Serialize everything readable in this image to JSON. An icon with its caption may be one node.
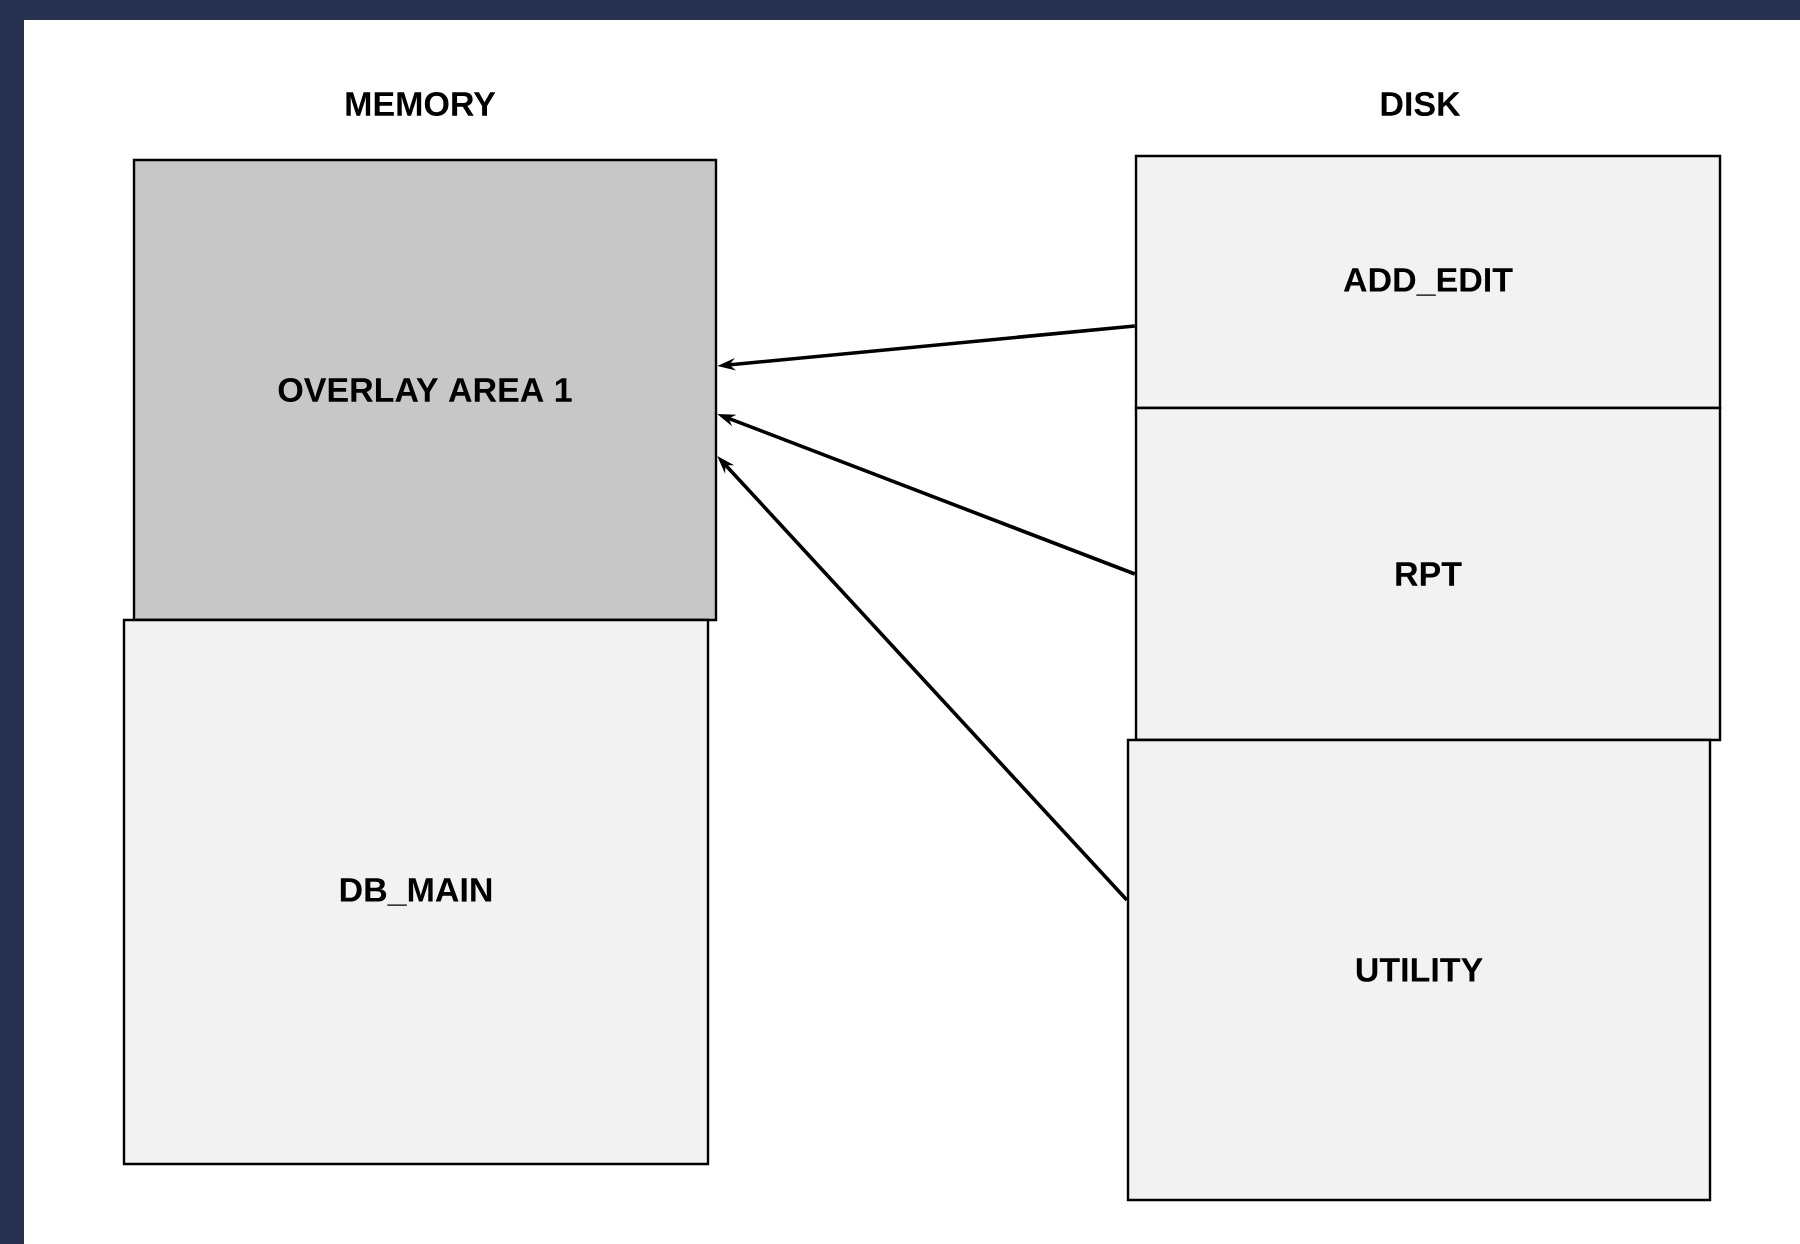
{
  "diagram": {
    "nodes": [
      {
        "text": [
          "OVERLAY AREA 1"
        ]
      },
      {
        "text": [
          "DB_MAIN"
        ]
      },
      {
        "text": [
          "ADD_EDIT"
        ]
      },
      {
        "text": [
          "RPT"
        ]
      },
      {
        "text": [
          "UTILITY"
        ]
      }
    ],
    "edges": [
      {
        "from": 2,
        "to": 0,
        "arrow": "to"
      },
      {
        "from": 3,
        "to": 0,
        "arrow": "to"
      },
      {
        "from": 4,
        "to": 0,
        "arrow": "to"
      }
    ],
    "labels": [
      "MEMORY",
      "DISK"
    ]
  }
}
